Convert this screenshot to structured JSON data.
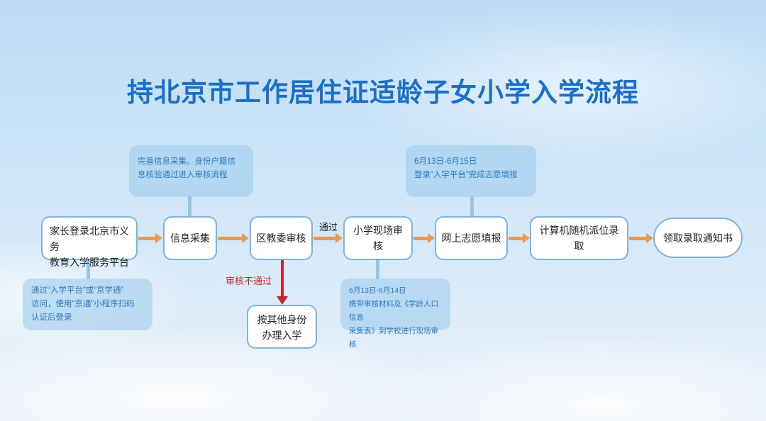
{
  "title": "持北京市工作居住证适龄子女小学入学流程",
  "steps": [
    {
      "line1": "家长登录北京市义务",
      "line2": "教育入学服务平台"
    },
    {
      "label": "信息采集"
    },
    {
      "label": "区教委审核"
    },
    {
      "label": "小学现场审核"
    },
    {
      "label": "网上志愿填报"
    },
    {
      "label": "计算机随机派位录取"
    },
    {
      "label": "领取录取通知书"
    }
  ],
  "fail_step": {
    "line1": "按其他身份",
    "line2": "办理入学"
  },
  "labels": {
    "pass": "通过",
    "fail": "审核不通过"
  },
  "notes": {
    "login": {
      "line1": "通过“入学平台”或“京学通”",
      "line2": "访问，使用“京通”小程序扫码",
      "line3": "认证后登录"
    },
    "collect": {
      "line1": "完善信息采集、身份户籍信",
      "line2": "息核验通过进入审核流程"
    },
    "onsite": {
      "date": "6月13日-6月14日",
      "line1": "携带审核材料及《学龄人口信息",
      "line2": "采集表》到学校进行现场审核"
    },
    "apply": {
      "date": "6月13日-6月15日",
      "line1": "登录“入学平台”完成志愿填报"
    }
  },
  "colors": {
    "title": "#1b6fc6",
    "arrow": "#e89a52",
    "fail": "#c8262e",
    "note_text": "#2a78c0"
  }
}
